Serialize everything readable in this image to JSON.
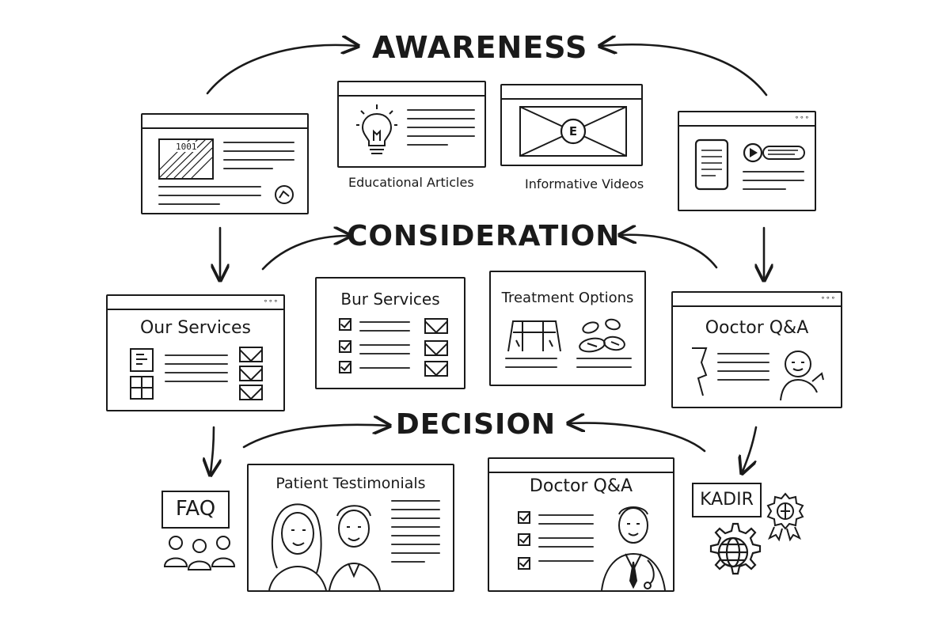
{
  "stages": {
    "awareness": "AWARENESS",
    "consideration": "CONSIDERATION",
    "decision": "DECISION"
  },
  "awareness": {
    "card_left_badge": "1001",
    "educational_articles": "Educational Articles",
    "informative_videos": "Informative Videos",
    "video_glyph": "E"
  },
  "consideration": {
    "our_services_left": "Our Services",
    "our_services_center": "Bur Services",
    "treatment_options": "Treatment Options",
    "doctor_qa": "Ooctor Q&A"
  },
  "decision": {
    "faq": "FAQ",
    "patient_testimonials": "Patient Testimonials",
    "doctor_qa": "Doctor Q&A",
    "badge": "KADIR"
  },
  "icons": [
    "lightbulb-icon",
    "play-icon",
    "checkbox-icon",
    "envelope-icon",
    "pills-icon",
    "avatar-icon",
    "people-icon",
    "globe-icon",
    "gear-icon",
    "award-ribbon-icon"
  ],
  "colors": {
    "ink": "#1a1a1a",
    "paper": "#ffffff"
  }
}
